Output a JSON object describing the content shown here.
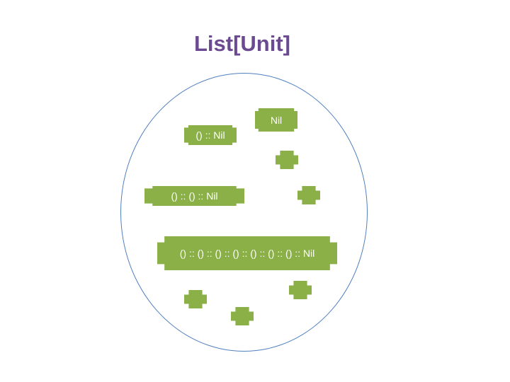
{
  "title": "List[Unit]",
  "colors": {
    "title": "#6b4a92",
    "element_fill": "#8ab047",
    "ellipse_stroke": "#4f7fbf"
  },
  "elements": {
    "nil": "Nil",
    "unit_nil": "() :: Nil",
    "unit_unit_nil": "() :: () :: Nil",
    "long_list": "() :: () :: () :: () :: () :: () :: () :: Nil"
  }
}
